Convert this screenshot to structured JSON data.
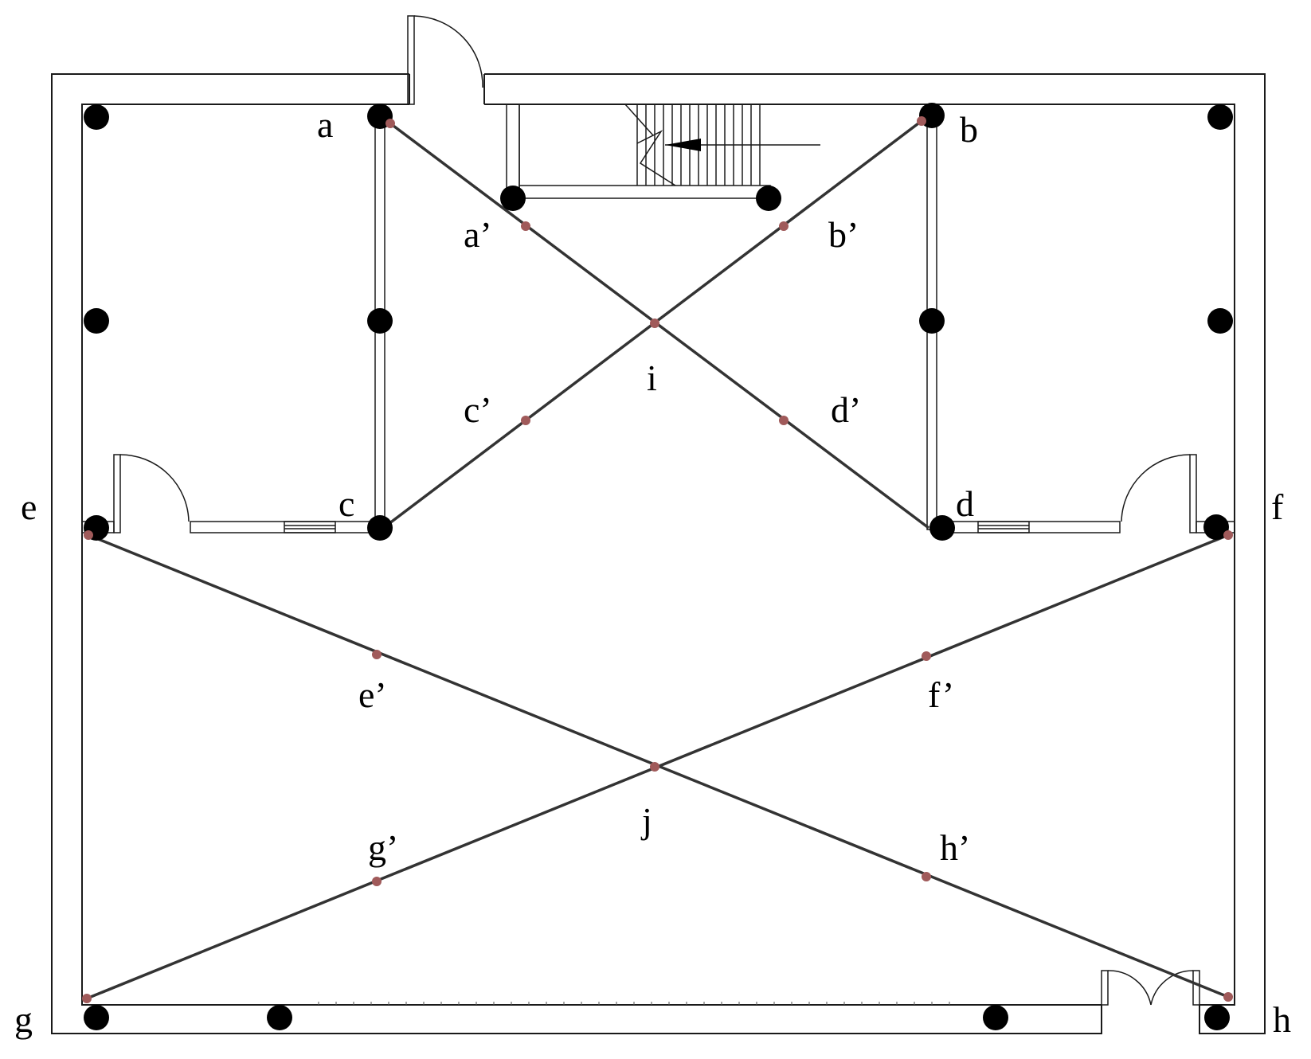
{
  "labels": {
    "a": "a",
    "b": "b",
    "c": "c",
    "d": "d",
    "e": "e",
    "f": "f",
    "g": "g",
    "h": "h",
    "a_prime": "a’",
    "b_prime": "b’",
    "c_prime": "c’",
    "d_prime": "d’",
    "e_prime": "e’",
    "f_prime": "f’",
    "g_prime": "g’",
    "h_prime": "h’",
    "i": "i",
    "j": "j"
  },
  "colors": {
    "line": "#333333",
    "wall": "#1a1a1a",
    "column": "#000000",
    "point": "#a05a5a"
  }
}
